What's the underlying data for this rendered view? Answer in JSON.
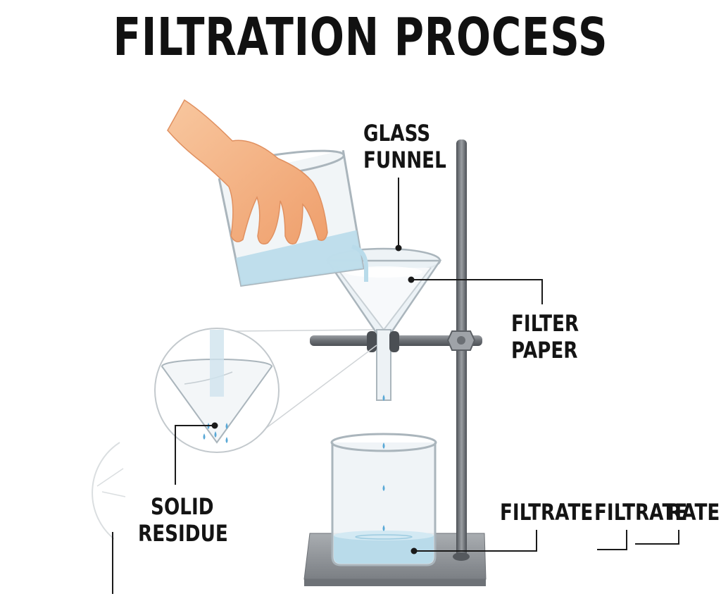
{
  "title": "FILTRATION PROCESS",
  "labels": {
    "glass_funnel": [
      "GLASS",
      "FUNNEL"
    ],
    "filter_paper": [
      "FILTER",
      "PAPER"
    ],
    "solid_residue": [
      "SOLID",
      "RESIDUE"
    ],
    "filtrate": "FILTRATE",
    "filtrate_repeat": "FILTRATE",
    "filtrate_cut": "RATE"
  },
  "colors": {
    "stand": "#6b6f74",
    "stand_base": "#8e9297",
    "glass": "#dfe8ee",
    "liquid": "#b9dbea",
    "drop": "#58a8d6",
    "hand": "#f6b98a",
    "leader": "#1a1a1a",
    "title": "#111111"
  }
}
